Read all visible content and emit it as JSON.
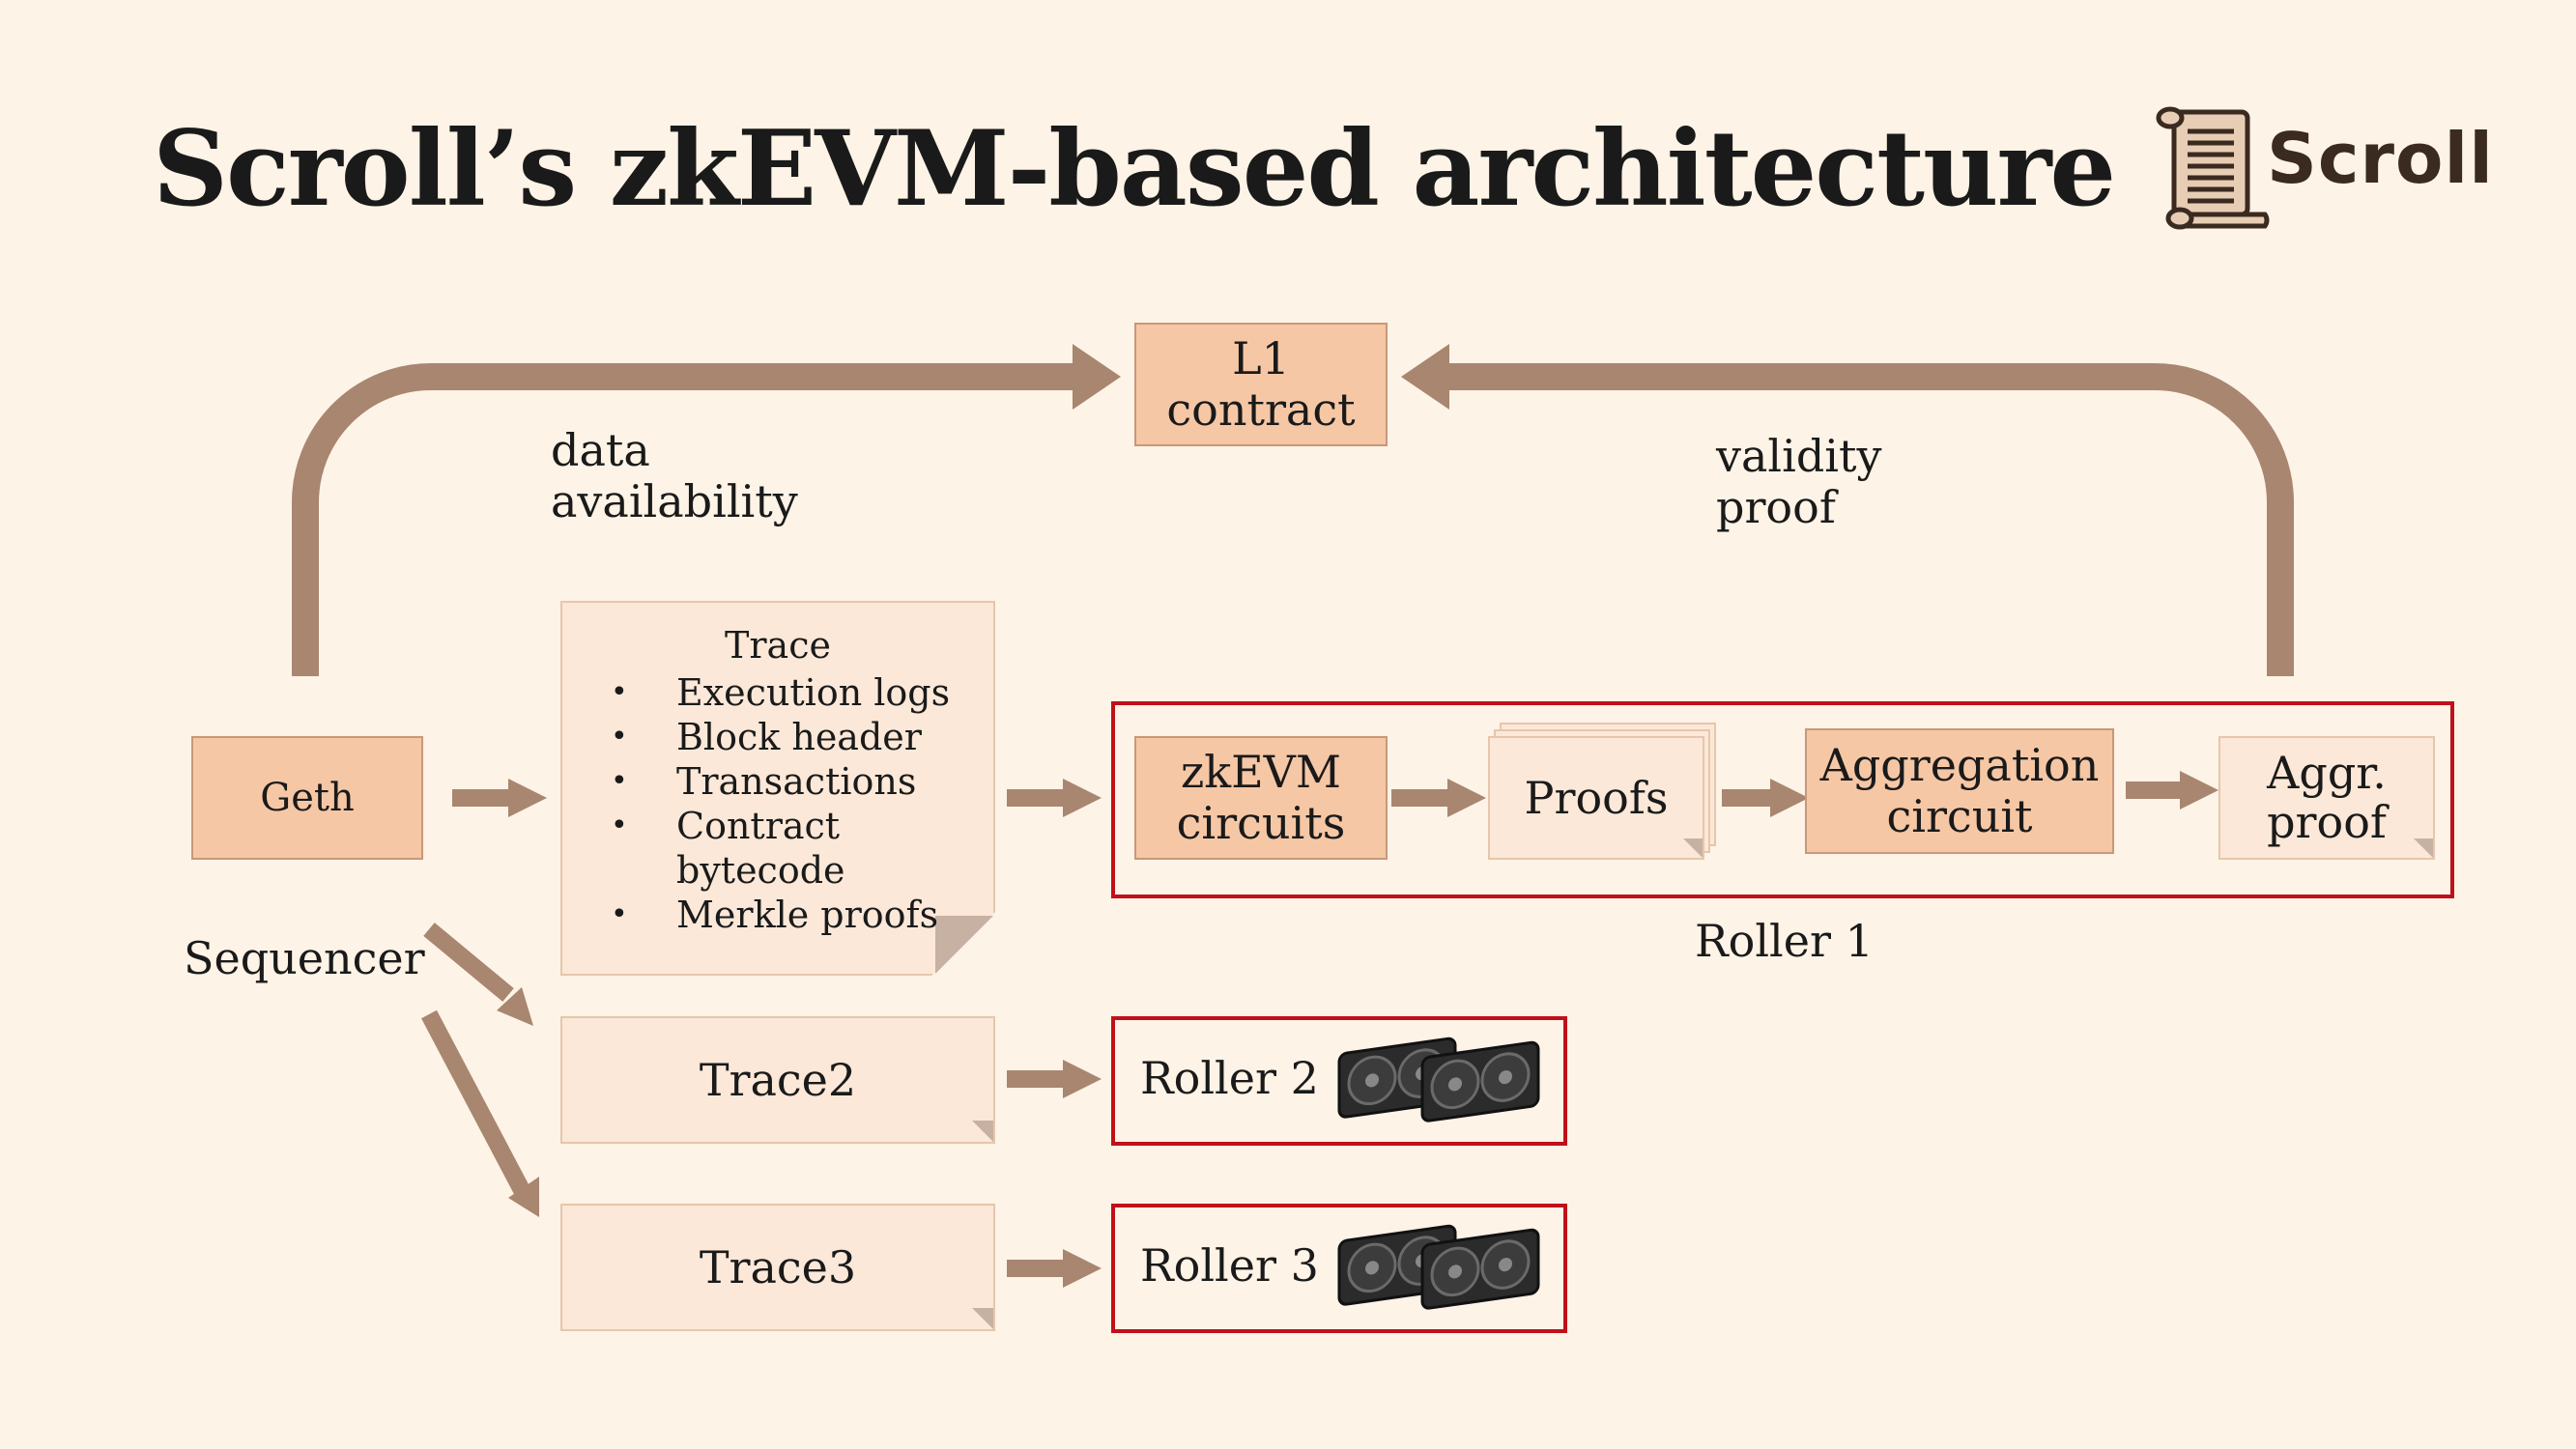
{
  "title": "Scroll’s zkEVM-based architecture",
  "logo": {
    "text": "Scroll",
    "icon": "scroll-icon"
  },
  "colors": {
    "background": "#fdf3e6",
    "arrow": "#a88670",
    "box": "#f6c7a5",
    "note": "#fbe8d8",
    "roller_border": "#c0101a"
  },
  "nodes": {
    "l1_contract": [
      "L1",
      "contract"
    ],
    "geth": "Geth",
    "sequencer": "Sequencer",
    "trace": {
      "title": "Trace",
      "items": [
        "Execution logs",
        "Block header",
        "Transactions",
        "Contract",
        "Merkle proofs"
      ],
      "continuation": "bytecode"
    },
    "trace2": "Trace2",
    "trace3": "Trace3",
    "zkevm_circuits": [
      "zkEVM",
      "circuits"
    ],
    "proofs": "Proofs",
    "aggregation_circuit": [
      "Aggregation",
      "circuit"
    ],
    "aggr_proof": [
      "Aggr.",
      "proof"
    ],
    "roller1": "Roller 1",
    "roller2": "Roller 2",
    "roller3": "Roller 3"
  },
  "edge_labels": {
    "data_availability": [
      "data",
      "availability"
    ],
    "validity_proof": [
      "validity",
      "proof"
    ]
  }
}
